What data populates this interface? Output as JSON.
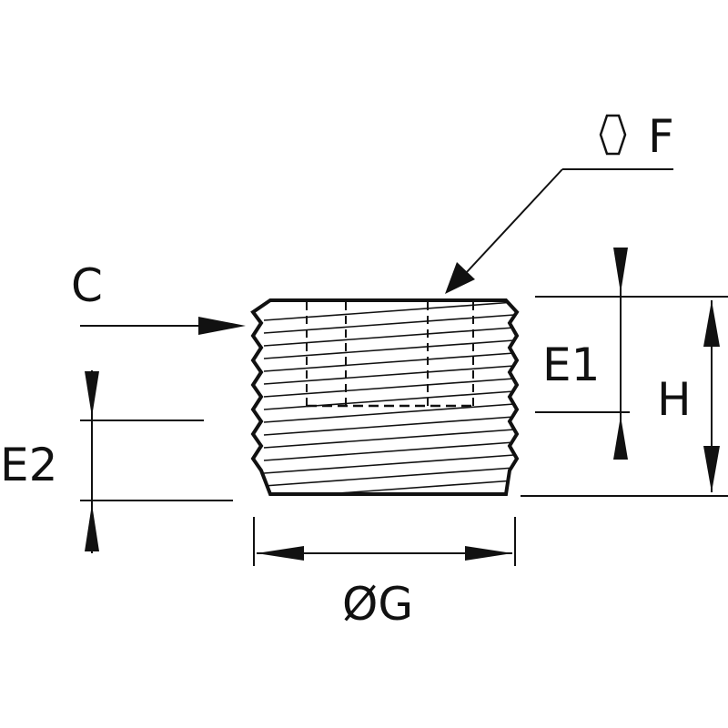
{
  "diagram": {
    "labels": {
      "hex_f": "F",
      "c": "C",
      "e1": "E1",
      "e2": "E2",
      "h": "H",
      "g": "ØG"
    },
    "colors": {
      "stroke": "#111111",
      "background": "#ffffff"
    },
    "icons": {
      "hex": "hexagon-icon"
    }
  }
}
